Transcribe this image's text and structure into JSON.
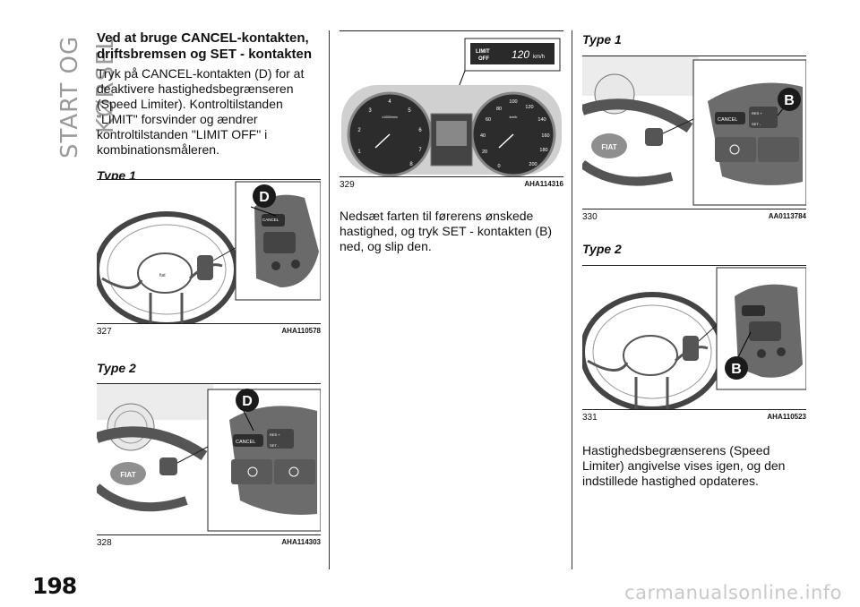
{
  "side_title": "START OG KØRSEL",
  "page_number": "198",
  "watermark": "carmanualsonline.info",
  "col1": {
    "heading": "Ved at bruge CANCEL-kontakten, driftsbremsen og SET - kontakten",
    "paragraph": "Tryk på CANCEL-kontakten (D) for at deaktivere hastighedsbegrænseren (Speed Limiter). Kontroltilstanden \"LIMIT\" forsvinder og ændrer kontroltilstanden \"LIMIT OFF\" i kombinationsmåleren.",
    "type1": "Type 1",
    "fig327": {
      "num": "327",
      "code": "AHA110578",
      "callout": "D",
      "cancel_label": "CANCEL"
    },
    "type2": "Type 2",
    "fig328": {
      "num": "328",
      "code": "AHA114303",
      "callout": "D",
      "cancel_label": "CANCEL",
      "res_label": "RES +",
      "set_label": "SET -",
      "brand": "FIAT"
    }
  },
  "col2": {
    "fig329": {
      "num": "329",
      "code": "AHA114316",
      "display_limit": "LIMIT",
      "display_off": "OFF",
      "display_speed": "120",
      "display_unit": "km/h",
      "tacho_ticks": [
        "1",
        "2",
        "3",
        "4",
        "5",
        "6",
        "7",
        "8"
      ],
      "tacho_unit": "x1000r/min",
      "speedo_ticks": [
        "0",
        "20",
        "40",
        "60",
        "80",
        "100",
        "120",
        "140",
        "160",
        "180",
        "200"
      ],
      "speedo_unit": "km/h"
    },
    "paragraph": "Nedsæt farten til førerens ønskede hastighed, og tryk SET - kontakten (B) ned, og slip den."
  },
  "col3": {
    "type1": "Type 1",
    "fig330": {
      "num": "330",
      "code": "AA0113784",
      "callout": "B",
      "cancel_label": "CANCEL",
      "res_label": "RES +",
      "set_label": "SET -",
      "brand": "FIAT"
    },
    "type2": "Type 2",
    "fig331": {
      "num": "331",
      "code": "AHA110523",
      "callout": "B"
    },
    "paragraph": "Hastighedsbegrænserens (Speed Limiter) angivelse vises igen, og den indstillede hastighed opdateres."
  }
}
